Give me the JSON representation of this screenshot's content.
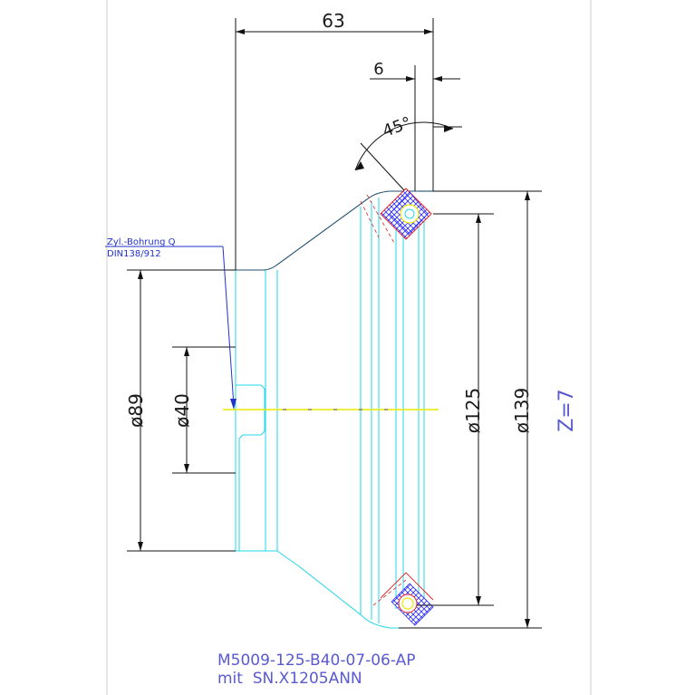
{
  "dimensions": {
    "width_63": "63",
    "width_6": "6",
    "angle_45": "45°",
    "dia_89": "ø89",
    "dia_40": "ø40",
    "dia_125": "ø125",
    "dia_139": "ø139"
  },
  "note": {
    "line1": "Zyl.-Bohrung Q",
    "line2": "DIN138/912"
  },
  "tooth_count": "Z=7",
  "title_block": {
    "part_number": "M5009-125-B40-07-06-AP",
    "insert_spec": "mit  SN.X1205ANN"
  },
  "colors": {
    "outline": "#1f4f6e",
    "cyan": "#22d8e8",
    "dimension": "#111111",
    "leader": "#2233cc",
    "centerline": "#e8e800",
    "hatch_blue": "#2a2aff",
    "hatch_red": "#e82020"
  }
}
